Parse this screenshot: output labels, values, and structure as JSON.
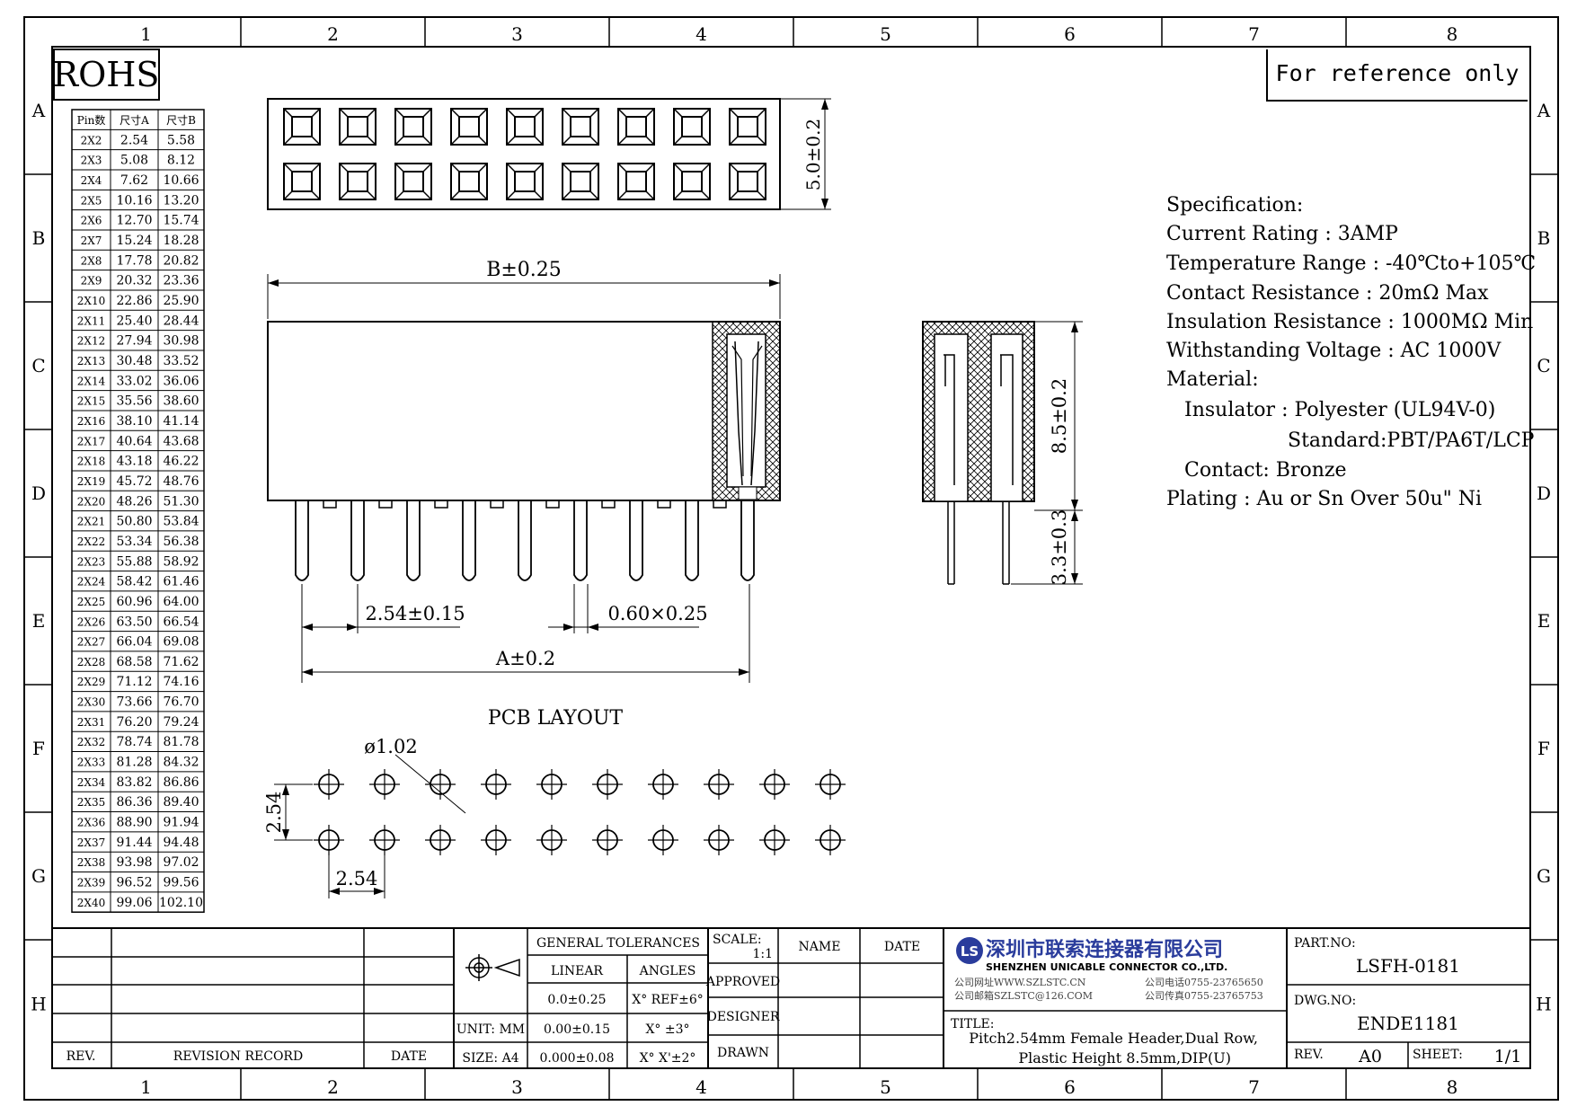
{
  "rohs": "ROHS",
  "reference_note": "For reference only",
  "frame": {
    "columns": [
      "1",
      "2",
      "3",
      "4",
      "5",
      "6",
      "7",
      "8"
    ],
    "rows": [
      "A",
      "B",
      "C",
      "D",
      "E",
      "F",
      "G",
      "H"
    ]
  },
  "pin_table": {
    "headers": [
      "Pin数",
      "尺寸A",
      "尺寸B"
    ],
    "rows": [
      [
        "2X2",
        "2.54",
        "5.58"
      ],
      [
        "2X3",
        "5.08",
        "8.12"
      ],
      [
        "2X4",
        "7.62",
        "10.66"
      ],
      [
        "2X5",
        "10.16",
        "13.20"
      ],
      [
        "2X6",
        "12.70",
        "15.74"
      ],
      [
        "2X7",
        "15.24",
        "18.28"
      ],
      [
        "2X8",
        "17.78",
        "20.82"
      ],
      [
        "2X9",
        "20.32",
        "23.36"
      ],
      [
        "2X10",
        "22.86",
        "25.90"
      ],
      [
        "2X11",
        "25.40",
        "28.44"
      ],
      [
        "2X12",
        "27.94",
        "30.98"
      ],
      [
        "2X13",
        "30.48",
        "33.52"
      ],
      [
        "2X14",
        "33.02",
        "36.06"
      ],
      [
        "2X15",
        "35.56",
        "38.60"
      ],
      [
        "2X16",
        "38.10",
        "41.14"
      ],
      [
        "2X17",
        "40.64",
        "43.68"
      ],
      [
        "2X18",
        "43.18",
        "46.22"
      ],
      [
        "2X19",
        "45.72",
        "48.76"
      ],
      [
        "2X20",
        "48.26",
        "51.30"
      ],
      [
        "2X21",
        "50.80",
        "53.84"
      ],
      [
        "2X22",
        "53.34",
        "56.38"
      ],
      [
        "2X23",
        "55.88",
        "58.92"
      ],
      [
        "2X24",
        "58.42",
        "61.46"
      ],
      [
        "2X25",
        "60.96",
        "64.00"
      ],
      [
        "2X26",
        "63.50",
        "66.54"
      ],
      [
        "2X27",
        "66.04",
        "69.08"
      ],
      [
        "2X28",
        "68.58",
        "71.62"
      ],
      [
        "2X29",
        "71.12",
        "74.16"
      ],
      [
        "2X30",
        "73.66",
        "76.70"
      ],
      [
        "2X31",
        "76.20",
        "79.24"
      ],
      [
        "2X32",
        "78.74",
        "81.78"
      ],
      [
        "2X33",
        "81.28",
        "84.32"
      ],
      [
        "2X34",
        "83.82",
        "86.86"
      ],
      [
        "2X35",
        "86.36",
        "89.40"
      ],
      [
        "2X36",
        "88.90",
        "91.94"
      ],
      [
        "2X37",
        "91.44",
        "94.48"
      ],
      [
        "2X38",
        "93.98",
        "97.02"
      ],
      [
        "2X39",
        "96.52",
        "99.56"
      ],
      [
        "2X40",
        "99.06",
        "102.10"
      ]
    ]
  },
  "dimensions": {
    "top_height": "5.0±0.2",
    "body_length": "B±0.25",
    "pitch": "2.54±0.15",
    "pin_size": "0.60×0.25",
    "pin_span": "A±0.2",
    "side_height": "8.5±0.2",
    "side_tail": "3.3±0.3"
  },
  "pcb": {
    "title": "PCB LAYOUT",
    "hole_dia": "ø1.02",
    "row_pitch": "2.54",
    "col_pitch": "2.54"
  },
  "spec": {
    "lines": [
      "Specification:",
      "Current Rating : 3AMP",
      "Temperature Range : -40℃to+105℃",
      "Contact Resistance : 20mΩ Max",
      "Insulation Resistance : 1000MΩ Min",
      "Withstanding Voltage : AC 1000V",
      "Material:",
      "Insulator : Polyester (UL94V-0)",
      "Standard:PBT/PA6T/LCP",
      "Contact: Bronze",
      "Plating : Au or Sn Over 50u\" Ni"
    ]
  },
  "title_block": {
    "rev_label": "REV.",
    "revision_record": "REVISION RECORD",
    "date_label": "DATE",
    "unit": "UNIT: MM",
    "size": "SIZE: A4",
    "general_tolerances": "GENERAL TOLERANCES",
    "linear": "LINEAR",
    "angles": "ANGLES",
    "tol_linear": [
      "0.0±0.25",
      "0.00±0.15",
      "0.000±0.08"
    ],
    "tol_angles": [
      "X° REF±6°",
      "X° ±3°",
      "X° X'±2°"
    ],
    "scale_label": "SCALE:",
    "scale_value": "1:1",
    "name": "NAME",
    "date": "DATE",
    "approved": "APPROVED",
    "designer": "DESIGNER",
    "drawn": "DRAWN",
    "company_cn": "深圳市联索连接器有限公司",
    "company_en": "SHENZHEN UNICABLE CONNECTOR CO.,LTD.",
    "web": "公司网址WWW.SZLSTC.CN",
    "email": "公司邮箱SZLSTC@126.COM",
    "tel": "公司电话0755-23765650",
    "fax": "公司传真0755-23765753",
    "title_label": "TITLE:",
    "title_line1": "Pitch2.54mm Female Header,Dual Row,",
    "title_line2": "Plastic Height 8.5mm,DIP(U)",
    "part_no_label": "PART.NO:",
    "part_no": "LSFH-0181",
    "dwg_no_label": "DWG.NO:",
    "dwg_no": "ENDE1181",
    "rev_value": "A0",
    "sheet_label": "SHEET:",
    "sheet_value": "1/1",
    "logo_text": "LS"
  }
}
